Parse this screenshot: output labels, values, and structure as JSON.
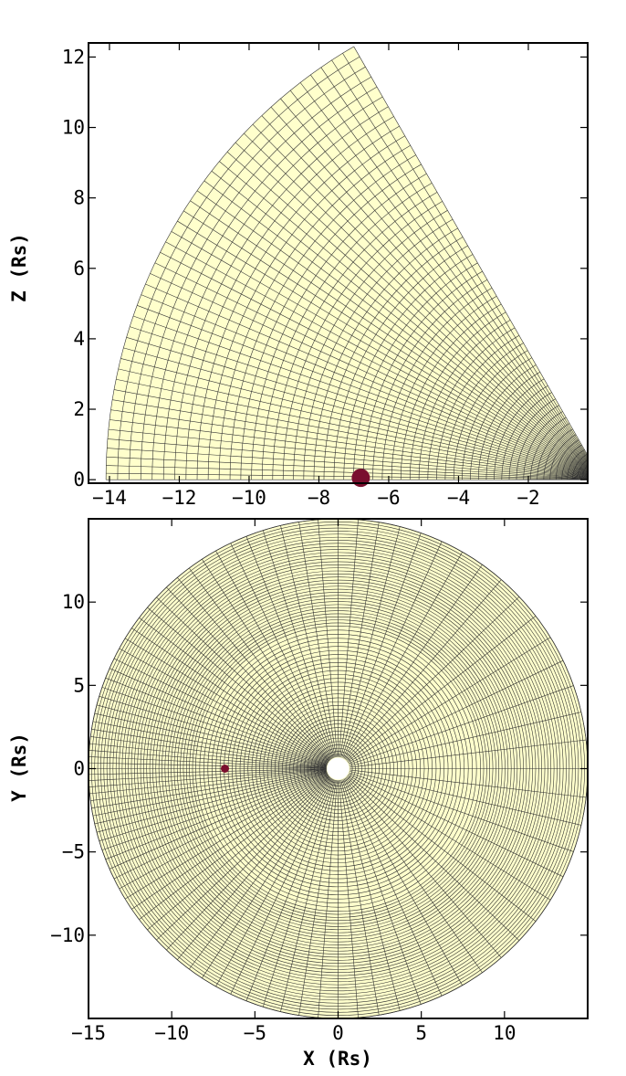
{
  "panels": [
    {
      "id": "xz",
      "ylabel": "Z (Rs)",
      "xlabel": "",
      "xlim": [
        -14.6,
        -0.3
      ],
      "ylim": [
        -0.1,
        12.4
      ],
      "xticks": [
        -14,
        -12,
        -10,
        -8,
        -6,
        -4,
        -2
      ],
      "yticks": [
        0,
        2,
        4,
        6,
        8,
        10,
        12
      ],
      "grid": {
        "theta_max_deg": 60,
        "r_max": 14.2
      }
    },
    {
      "id": "xy",
      "ylabel": "Y (Rs)",
      "xlabel": "X (Rs)",
      "xlim": [
        -15,
        15
      ],
      "ylim": [
        -15,
        15
      ],
      "xticks": [
        -15,
        -10,
        -5,
        0,
        5,
        10
      ],
      "yticks": [
        10,
        5,
        0,
        -5,
        -10
      ],
      "grid": {
        "r_max": 15,
        "r_inner": 0.7
      }
    }
  ],
  "colors": {
    "grid_fill": "#ffffcc",
    "marker": "#7a0f2e",
    "line": "#333333"
  },
  "marker": {
    "x": -6.8,
    "label": ""
  }
}
